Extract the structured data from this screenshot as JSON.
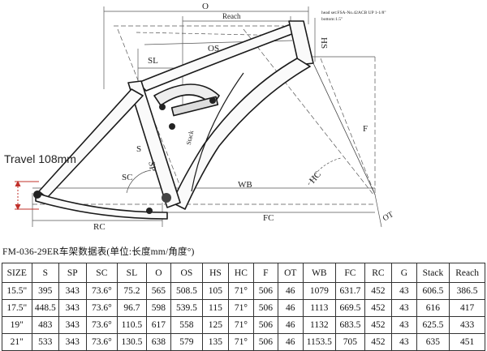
{
  "diagram": {
    "labels": {
      "O": "O",
      "Reach": "Reach",
      "HS": "HS",
      "OS": "OS",
      "SL": "SL",
      "S": "S",
      "SP": "SP",
      "SC": "SC",
      "WB": "WB",
      "RC": "RC",
      "FC": "FC",
      "OT": "OT",
      "F": "F",
      "HC": "HC",
      "Stack": "Stack"
    },
    "headset_note_1": "head set:FSA-No.42ACB UP 1-1/8\"",
    "headset_note_2": "bottom:1.5\"",
    "travel_label": "Travel  108mm"
  },
  "caption": "FM-036-29ER车架数据表(单位:长度mm/角度°)",
  "table": {
    "headers": [
      "SIZE",
      "S",
      "SP",
      "SC",
      "SL",
      "O",
      "OS",
      "HS",
      "HC",
      "F",
      "OT",
      "WB",
      "FC",
      "RC",
      "G",
      "Stack",
      "Reach"
    ],
    "rows": [
      [
        "15.5\"",
        "395",
        "343",
        "73.6°",
        "75.2",
        "565",
        "508.5",
        "105",
        "71°",
        "506",
        "46",
        "1079",
        "631.7",
        "452",
        "43",
        "606.5",
        "386.5"
      ],
      [
        "17.5\"",
        "448.5",
        "343",
        "73.6°",
        "96.7",
        "598",
        "539.5",
        "115",
        "71°",
        "506",
        "46",
        "1113",
        "669.5",
        "452",
        "43",
        "616",
        "417"
      ],
      [
        "19\"",
        "483",
        "343",
        "73.6°",
        "110.5",
        "617",
        "558",
        "125",
        "71°",
        "506",
        "46",
        "1132",
        "683.5",
        "452",
        "43",
        "625.5",
        "433"
      ],
      [
        "21\"",
        "533",
        "343",
        "73.6°",
        "130.5",
        "638",
        "579",
        "135",
        "71°",
        "506",
        "46",
        "1153.5",
        "705",
        "452",
        "43",
        "635",
        "451"
      ]
    ]
  }
}
